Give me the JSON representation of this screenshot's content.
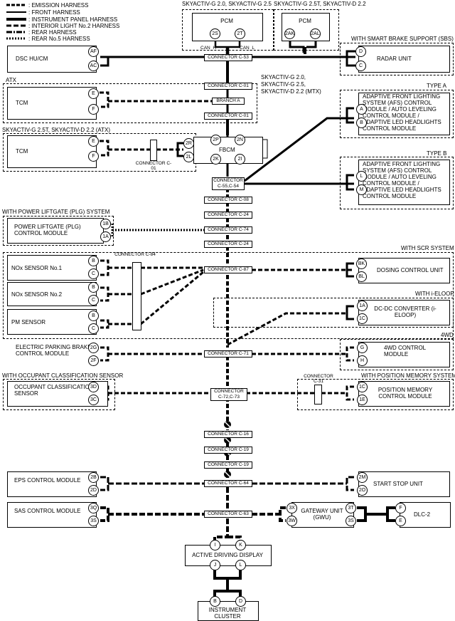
{
  "legend": [
    {
      "label": ": EMISSION HARNESS",
      "style": "dash2"
    },
    {
      "label": ": FRONT HARNESS",
      "style": "solid"
    },
    {
      "label": ": INSTRUMENT PANEL HARNESS",
      "style": "solid-thick"
    },
    {
      "label": ": INTERIOR LIGHT No.2 HARNESS",
      "style": "dash"
    },
    {
      "label": ": REAR HARNESS",
      "style": "dashdot"
    },
    {
      "label": ": REAR No.5 HARNESS",
      "style": "dot"
    }
  ],
  "groups": {
    "pcm1": "SKYACTIV-G 2.0, SKYACTIV-G 2.5",
    "pcm2": "SKYACTIV-G 2.5T, SKYACTIV-D 2.2",
    "sbs": "WITH SMART BRAKE SUPPORT (SBS)",
    "atx": "ATX",
    "mtx1": "SKYACTIV-G 2.0,",
    "mtx2": "SKYACTIV-G 2.5,",
    "mtx3": "SKYACTIV-D 2.2 (MTX)",
    "typea": "TYPE A",
    "atx2": "SKYACTIV-G 2.5T, SKYACTIV-D 2.2 (ATX)",
    "typeb": "TYPE B",
    "plg": "WITH POWER LIFTGATE (PLG) SYSTEM",
    "scr": "WITH SCR SYSTEM",
    "ieloop": "WITH i-ELOOP",
    "awd": "4WD",
    "occ": "WITH OCCUPANT CLASSIFICATION SENSOR",
    "posmem": "WITH POSITION MEMORY SYSTEM"
  },
  "modules": {
    "pcm_a": "PCM",
    "pcm_b": "PCM",
    "dsc": "DSC HU/CM",
    "radar": "RADAR UNIT",
    "tcm_a": "TCM",
    "tcm_b": "TCM",
    "afs_a": "ADAPTIVE FRONT LIGHTING SYSTEM (AFS) CONTROL MODULE / AUTO LEVELING CONTROL MODULE / ADAPTIVE LED HEADLIGHTS CONTROL MODULE",
    "afs_b": "ADAPTIVE FRONT LIGHTING SYSTEM (AFS) CONTROL MODULE / AUTO LEVELING CONTROL MODULE / ADAPTIVE LED HEADLIGHTS CONTROL MODULE",
    "fbcm": "FBCM",
    "plg": "POWER LIFTGATE (PLG) CONTROL MODULE",
    "nox1": "NOx SENSOR No.1",
    "nox2": "NOx SENSOR No.2",
    "pm": "PM SENSOR",
    "dosing": "DOSING CONTROL UNIT",
    "dcdc": "DC-DC CONVERTER (i-ELOOP)",
    "epb": "ELECTRIC PARKING BRAKE CONTROL MODULE",
    "awd": "4WD CONTROL MODULE",
    "occ": "OCCUPANT CLASSIFICATION SENSOR",
    "posmem": "POSITION MEMORY CONTROL MODULE",
    "eps": "EPS CONTROL MODULE",
    "startstop": "START STOP UNIT",
    "sas": "SAS CONTROL MODULE",
    "gateway": "GATEWAY UNIT (GWU)",
    "dlc": "DLC-2",
    "adisp": "ACTIVE DRIVING DISPLAY",
    "cluster": "INSTRUMENT CLUSTER"
  },
  "connectors": {
    "c53": "CONNECTOR C-53",
    "c01a": "CONNECTOR C-01",
    "brancha": "BRANCH A",
    "c01b": "CONNECTOR C-01",
    "c01atx": "CONNECTOR C-01",
    "c55": "CONNECTOR C-55,C-54",
    "c08": "CONNECTOR C-08",
    "c24a": "CONNECTOR C-24",
    "c74": "CONNECTOR C-74",
    "c24b": "CONNECTOR C-24",
    "c84": "CONNECTOR C-84",
    "c87": "CONNECTOR C-87",
    "c71": "CONNECTOR C-71",
    "c72": "CONNECTOR C-72,C-73",
    "c31": "CONNECTOR C-31",
    "c16": "CONNECTOR C-16",
    "c19a": "CONNECTOR C-19",
    "c19b": "CONNECTOR C-19",
    "c64": "CONNECTOR C-64",
    "c63": "CONNECTOR C-63"
  },
  "wire_labels": {
    "canh": "CAN_H",
    "canl": "CAN_L"
  },
  "pins": {
    "pcm_2s": "2S",
    "pcm_2t": "2T",
    "pcm_2ak": "2AK",
    "pcm_2al": "2AL",
    "dsc_af": "AF",
    "dsc_ac": "AC",
    "radar_d": "D",
    "radar_c": "C",
    "tcm_e": "E",
    "tcm_f": "F",
    "tcm2_e": "E",
    "tcm2_f": "F",
    "fb_2r": "2R",
    "fb_2l": "2L",
    "fb_2p": "2P",
    "fb_2n": "2N",
    "fb_2k": "2K",
    "fb_2i": "2I",
    "afsa_a": "A",
    "afsa_b": "B",
    "afsb_l": "L",
    "afsb_m": "M",
    "plg_1b": "1B",
    "plg_1a": "1A",
    "nox1_b": "B",
    "nox1_c": "C",
    "nox2_b": "B",
    "nox2_c": "C",
    "pm_b": "B",
    "pm_c": "C",
    "dos_bk": "BK",
    "dos_bl": "BL",
    "dc_1a": "1A",
    "dc_1c": "1C",
    "epb_2g": "2G",
    "epb_2f": "2F",
    "awd_g": "G",
    "awd_h": "H",
    "occ_3d": "3D",
    "occ_3c": "3C",
    "pm_1c": "1C",
    "pm_1e": "1E",
    "eps_2b": "2B",
    "eps_2d": "2D",
    "ss_2m": "2M",
    "ss_2o": "2O",
    "sas_3q": "3Q",
    "sas_3s": "3S",
    "gw_3x": "3X",
    "gw_3w": "3W",
    "gw_3t": "3T",
    "gw_3s": "3S",
    "dlc_f": "F",
    "dlc_e": "E",
    "ad_i": "I",
    "ad_k": "K",
    "ad_j": "J",
    "ad_l": "L",
    "ic_b": "B",
    "ic_d": "D"
  }
}
